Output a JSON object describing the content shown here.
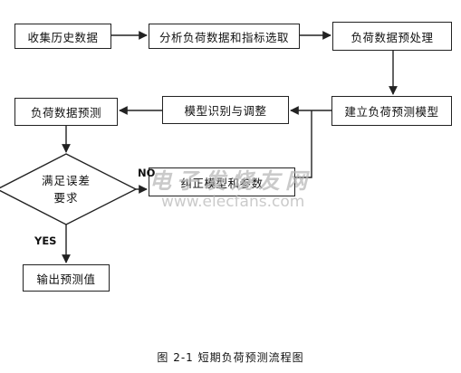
{
  "nodes": {
    "collect": "收集历史数据",
    "analyze": "分析负荷数据和指标选取",
    "preprocess": "负荷数据预处理",
    "build": "建立负荷预测模型",
    "identify": "模型识别与调整",
    "forecast": "负荷数据预测",
    "decision_line1": "满足误差",
    "decision_line2": "要求",
    "correct": "纠正模型和参数",
    "output": "输出预测值"
  },
  "edges": {
    "no": "NO",
    "yes": "YES"
  },
  "watermark": {
    "text": "电子发烧友网",
    "url": "www.elecfans.com"
  },
  "caption": "图 2-1  短期负荷预测流程图",
  "colors": {
    "line": "#222222",
    "watermark": "#b7b7b7"
  }
}
